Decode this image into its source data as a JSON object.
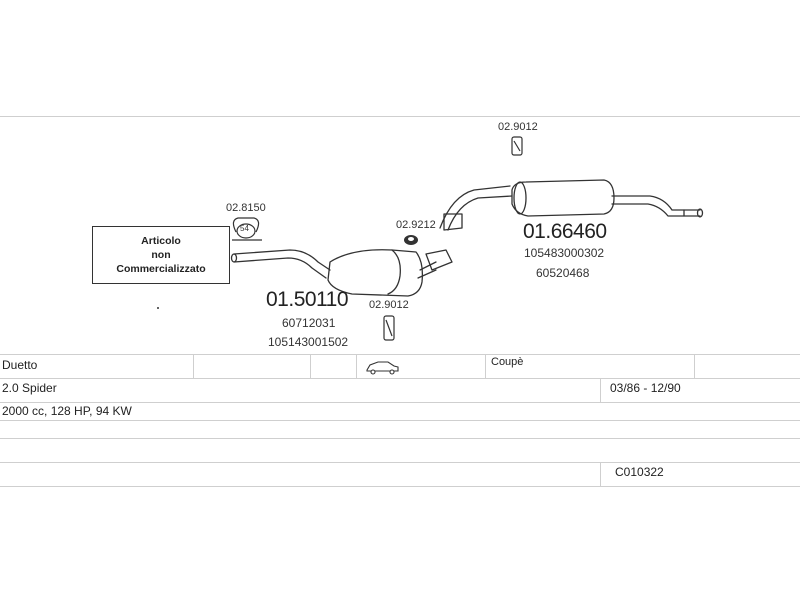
{
  "notice": {
    "line1": "Articolo",
    "line2": "non",
    "line3": "Commercializzato"
  },
  "parts": {
    "rear_muffler": {
      "code": "01.66460",
      "ref1": "105483000302",
      "ref2": "60520468"
    },
    "middle_muffler": {
      "code": "01.50110",
      "ref1": "60712031",
      "ref2": "105143001502"
    },
    "clamp_front": "02.8150",
    "clamp_front_size": "54",
    "ring": "02.9212",
    "hanger_rear": "02.9012",
    "hanger_middle": "02.9012"
  },
  "table": {
    "model": "Duetto",
    "body_type": "Coupè",
    "version": "2.0 Spider",
    "years": "03/86 - 12/90",
    "engine": "2000 cc, 128 HP, 94 KW",
    "catalog_code": "C010322"
  }
}
